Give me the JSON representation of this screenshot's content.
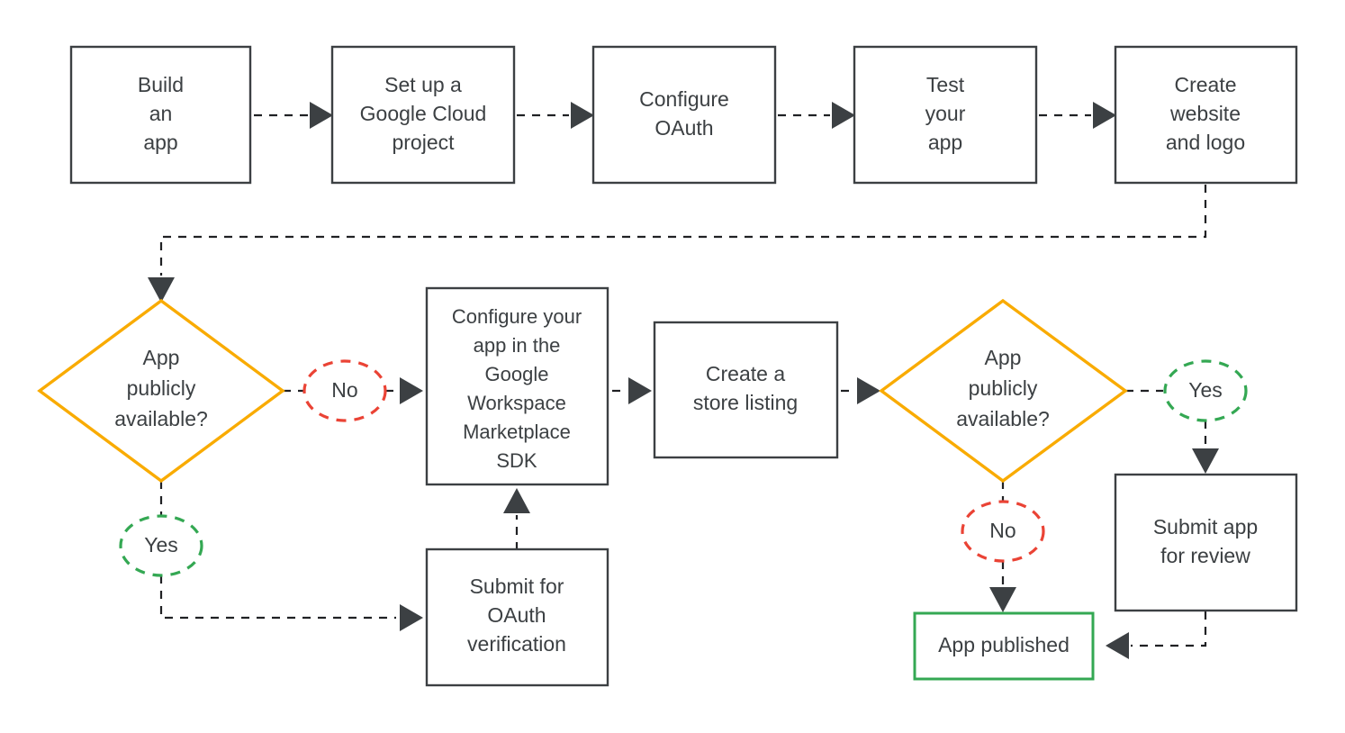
{
  "diagram": {
    "type": "flowchart",
    "title": "Google Workspace Marketplace app publishing flow",
    "colors": {
      "node_stroke": "#3c4043",
      "decision_stroke": "#f9ab00",
      "yes_badge": "#34a853",
      "no_badge": "#ea4335",
      "published_accent": "#34a853",
      "edge": "#202124",
      "text": "#3c4043",
      "background": "#ffffff"
    },
    "nodes": [
      {
        "id": "build-an-app",
        "shape": "rect",
        "lines": [
          "Build",
          "an",
          "app"
        ]
      },
      {
        "id": "set-up-google-cloud-project",
        "shape": "rect",
        "lines": [
          "Set up a",
          "Google Cloud",
          "project"
        ]
      },
      {
        "id": "configure-oauth",
        "shape": "rect",
        "lines": [
          "Configure",
          "OAuth"
        ]
      },
      {
        "id": "test-your-app",
        "shape": "rect",
        "lines": [
          "Test",
          "your",
          "app"
        ]
      },
      {
        "id": "create-website-and-logo",
        "shape": "rect",
        "lines": [
          "Create",
          "website",
          "and logo"
        ]
      },
      {
        "id": "app-publicly-available-1",
        "shape": "diamond",
        "lines": [
          "App",
          "publicly",
          "available?"
        ]
      },
      {
        "id": "submit-for-oauth-verification",
        "shape": "rect",
        "lines": [
          "Submit for",
          "OAuth",
          "verification"
        ]
      },
      {
        "id": "configure-app-in-marketplace-sdk",
        "shape": "rect",
        "lines": [
          "Configure your",
          "app in the",
          "Google",
          "Workspace",
          "Marketplace",
          "SDK"
        ]
      },
      {
        "id": "create-a-store-listing",
        "shape": "rect",
        "lines": [
          "Create a",
          "store listing"
        ]
      },
      {
        "id": "app-publicly-available-2",
        "shape": "diamond",
        "lines": [
          "App",
          "publicly",
          "available?"
        ]
      },
      {
        "id": "submit-app-for-review",
        "shape": "rect",
        "lines": [
          "Submit app",
          "for review"
        ]
      },
      {
        "id": "app-published",
        "shape": "rect",
        "accent": "green",
        "lines": [
          "App published"
        ]
      }
    ],
    "edge_badges": [
      {
        "id": "badge-no-1",
        "label": "No",
        "kind": "no"
      },
      {
        "id": "badge-yes-1",
        "label": "Yes",
        "kind": "yes"
      },
      {
        "id": "badge-yes-2",
        "label": "Yes",
        "kind": "yes"
      },
      {
        "id": "badge-no-2",
        "label": "No",
        "kind": "no"
      }
    ],
    "edges": [
      {
        "from": "build-an-app",
        "to": "set-up-google-cloud-project",
        "label": ""
      },
      {
        "from": "set-up-google-cloud-project",
        "to": "configure-oauth",
        "label": ""
      },
      {
        "from": "configure-oauth",
        "to": "test-your-app",
        "label": ""
      },
      {
        "from": "test-your-app",
        "to": "create-website-and-logo",
        "label": ""
      },
      {
        "from": "create-website-and-logo",
        "to": "app-publicly-available-1",
        "label": ""
      },
      {
        "from": "app-publicly-available-1",
        "to": "configure-app-in-marketplace-sdk",
        "label": "No"
      },
      {
        "from": "app-publicly-available-1",
        "to": "submit-for-oauth-verification",
        "label": "Yes"
      },
      {
        "from": "submit-for-oauth-verification",
        "to": "configure-app-in-marketplace-sdk",
        "label": ""
      },
      {
        "from": "configure-app-in-marketplace-sdk",
        "to": "create-a-store-listing",
        "label": ""
      },
      {
        "from": "create-a-store-listing",
        "to": "app-publicly-available-2",
        "label": ""
      },
      {
        "from": "app-publicly-available-2",
        "to": "submit-app-for-review",
        "label": "Yes"
      },
      {
        "from": "app-publicly-available-2",
        "to": "app-published",
        "label": "No"
      },
      {
        "from": "submit-app-for-review",
        "to": "app-published",
        "label": ""
      }
    ]
  }
}
